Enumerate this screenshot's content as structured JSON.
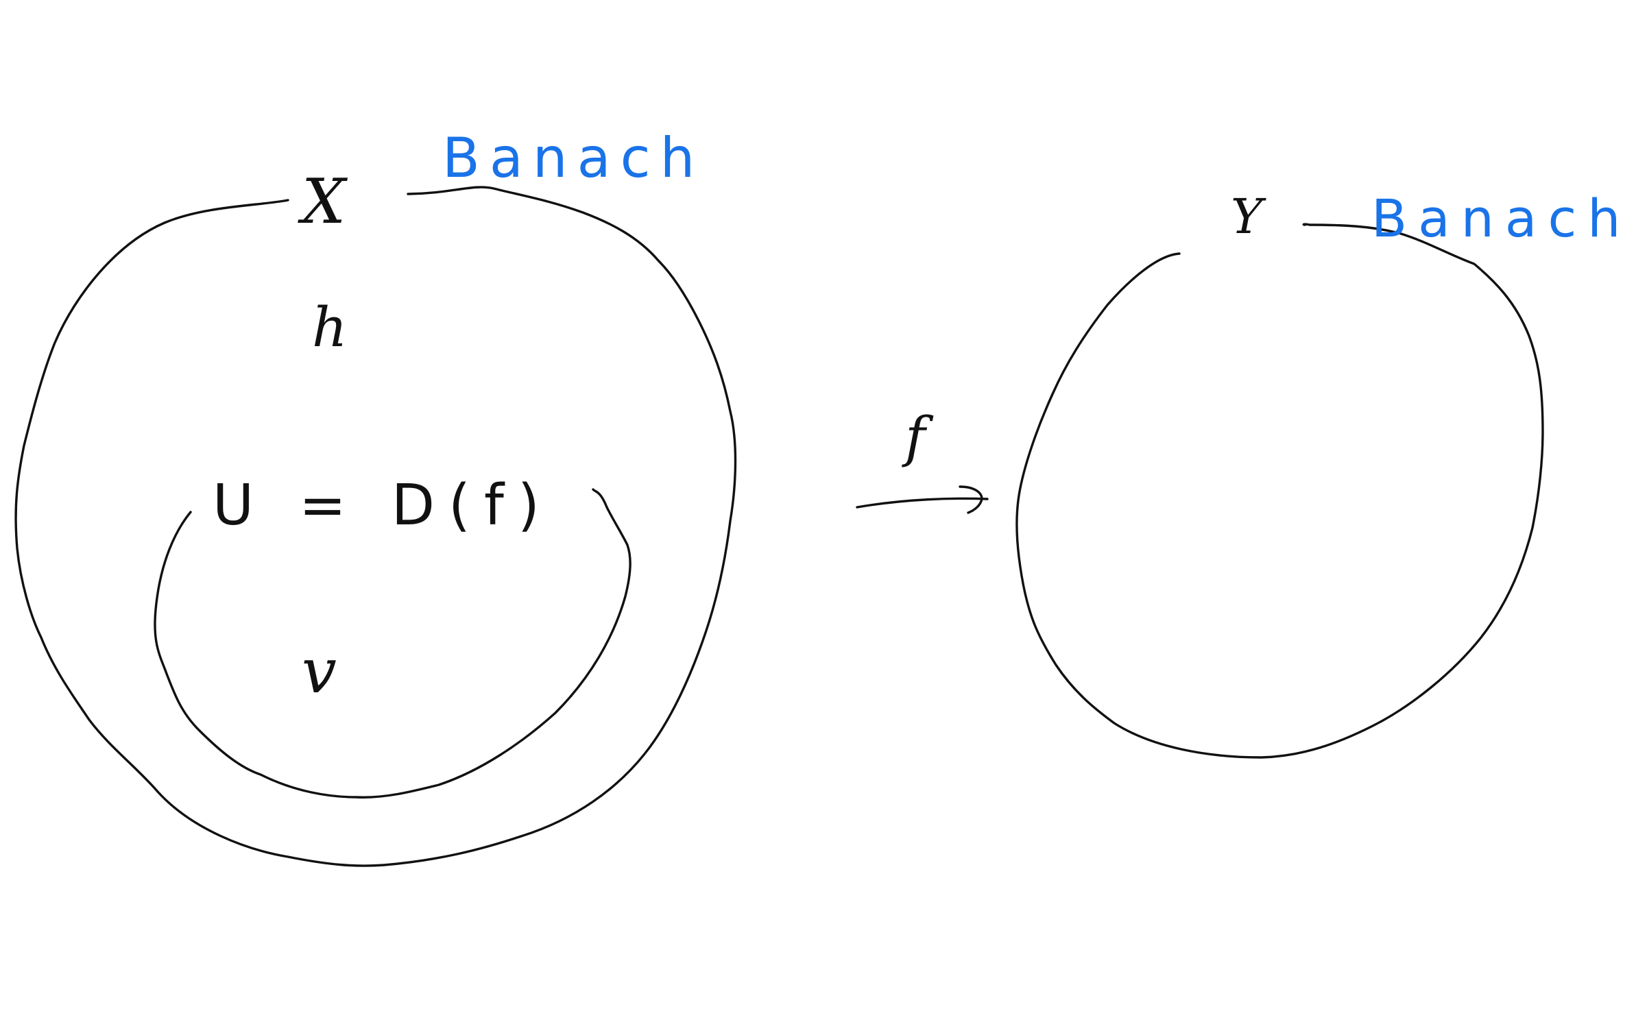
{
  "colors": {
    "ink": "#111111",
    "accent": "#1a73e8",
    "background": "#ffffff"
  },
  "labels": {
    "space_x": "X",
    "space_x_note": "Banach",
    "space_y": "Y",
    "space_y_note": "Banach",
    "x_element": "h",
    "subset": "U = D(f)",
    "subset_element": "v",
    "map": "f"
  }
}
